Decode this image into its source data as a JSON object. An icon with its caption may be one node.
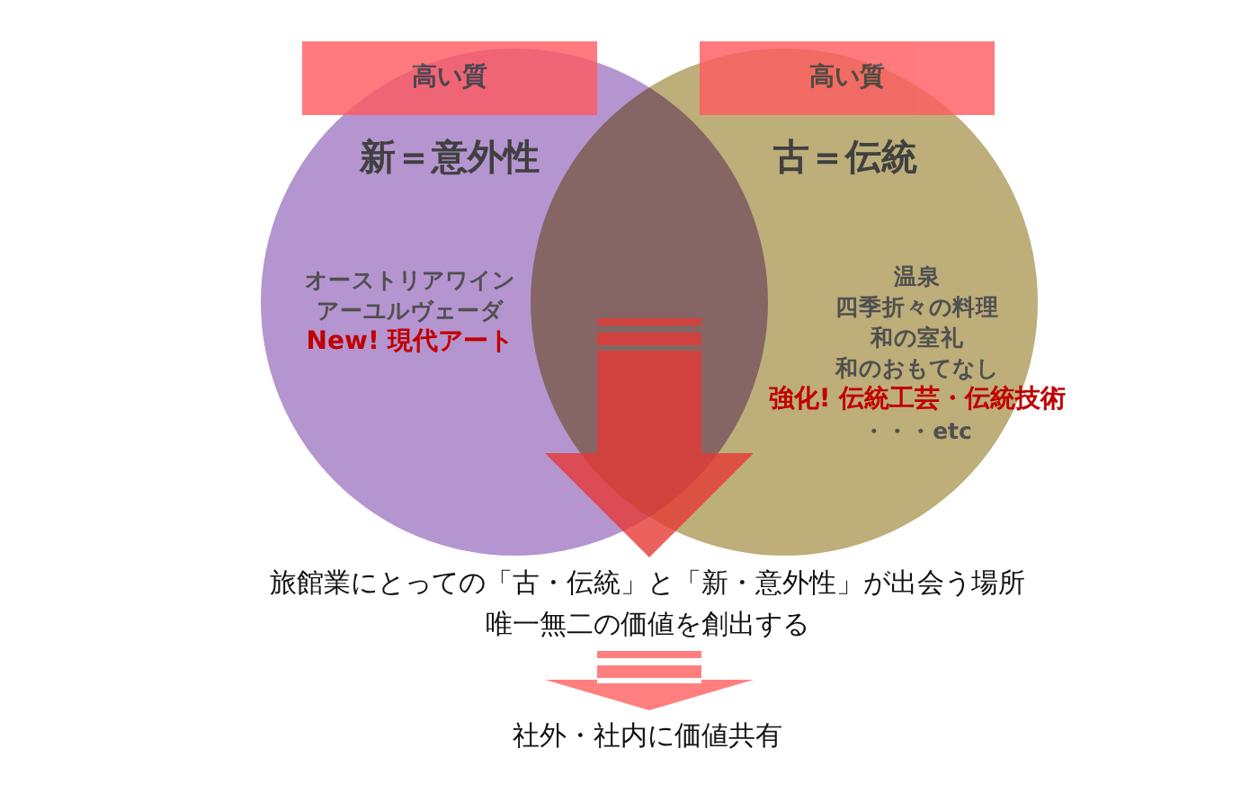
{
  "diagram": {
    "nodes": [
      {
        "text": [
          "高い質"
        ]
      },
      {
        "text": [
          "高い質"
        ]
      },
      {
        "text": [
          "新＝意外性",
          "オーストリアワイン",
          "アーユルヴェーダ",
          "New! 現代アート"
        ]
      },
      {
        "text": [
          "古＝伝統",
          "温泉",
          "四季折々の料理",
          "和の室礼",
          "和のおもてなし",
          "強化! 伝統工芸・伝統技術",
          "・・・etc"
        ]
      },
      {
        "text": [
          "旅館業にとっての「古・伝統」と「新・意外性」が出会う場所",
          "唯一無二の価値を創出する"
        ]
      },
      {
        "text": [
          "社外・社内に価値共有"
        ]
      }
    ],
    "edges": [
      {
        "from": null,
        "to": 4,
        "arrow": "to",
        "color": "#e53935"
      },
      {
        "from": 4,
        "to": 5,
        "arrow": "to",
        "color": "#ff7f7f"
      }
    ]
  }
}
